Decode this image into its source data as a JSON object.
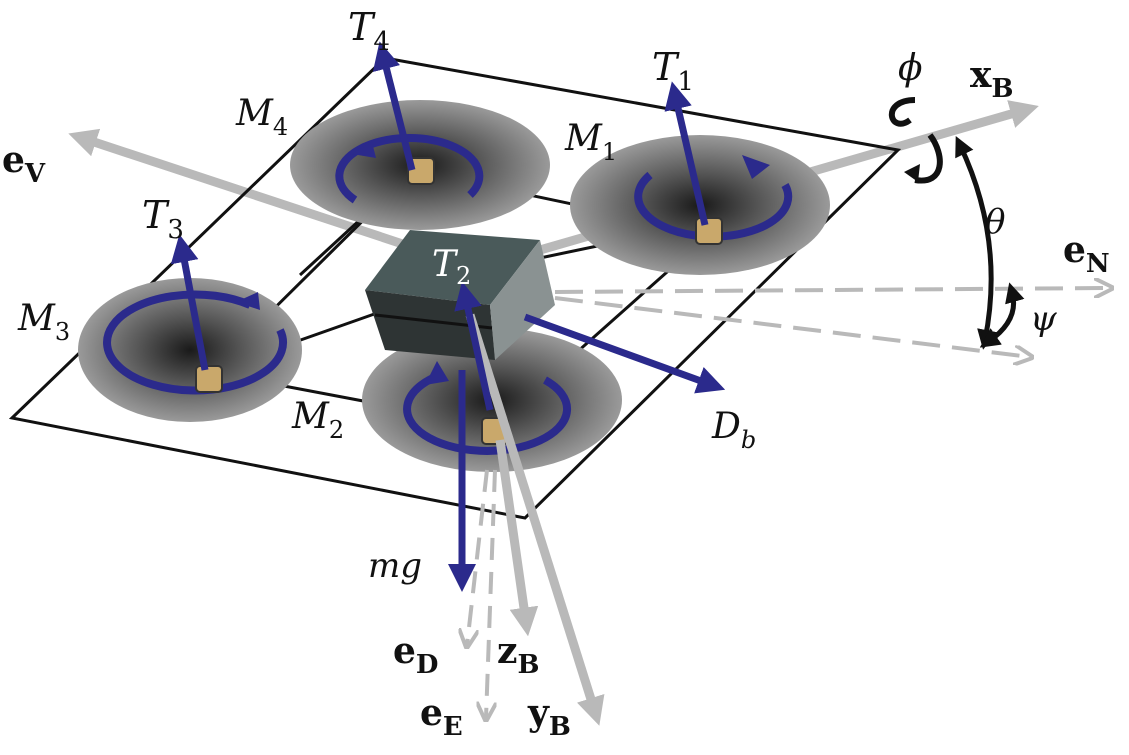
{
  "colors": {
    "frame": "#111111",
    "force_arrow": "#2b2a8c",
    "axis_gray": "#b9b9b9",
    "body_top": "#4a5a5a",
    "body_side": "#2e3434",
    "rotor_disc": "#8a8a8a",
    "hub": "#c9a86b"
  },
  "labels": {
    "T1": "T",
    "T1_sub": "1",
    "T2": "T",
    "T2_sub": "2",
    "T3": "T",
    "T3_sub": "3",
    "T4": "T",
    "T4_sub": "4",
    "M1": "M",
    "M1_sub": "1",
    "M2": "M",
    "M2_sub": "2",
    "M3": "M",
    "M3_sub": "3",
    "M4": "M",
    "M4_sub": "4",
    "Db": "D",
    "Db_sub": "b",
    "mg": "mg",
    "phi": "ϕ",
    "theta": "θ",
    "psi": "ψ",
    "xB": "x",
    "xB_sub": "B",
    "yB": "y",
    "yB_sub": "B",
    "zB": "z",
    "zB_sub": "B",
    "eV": "e",
    "eV_sub": "V",
    "eN": "e",
    "eN_sub": "N",
    "eD": "e",
    "eD_sub": "D",
    "eE": "e",
    "eE_sub": "E"
  },
  "icons": {
    "rotor": "rotor-disc-icon",
    "rotation": "circular-arrow-icon"
  }
}
